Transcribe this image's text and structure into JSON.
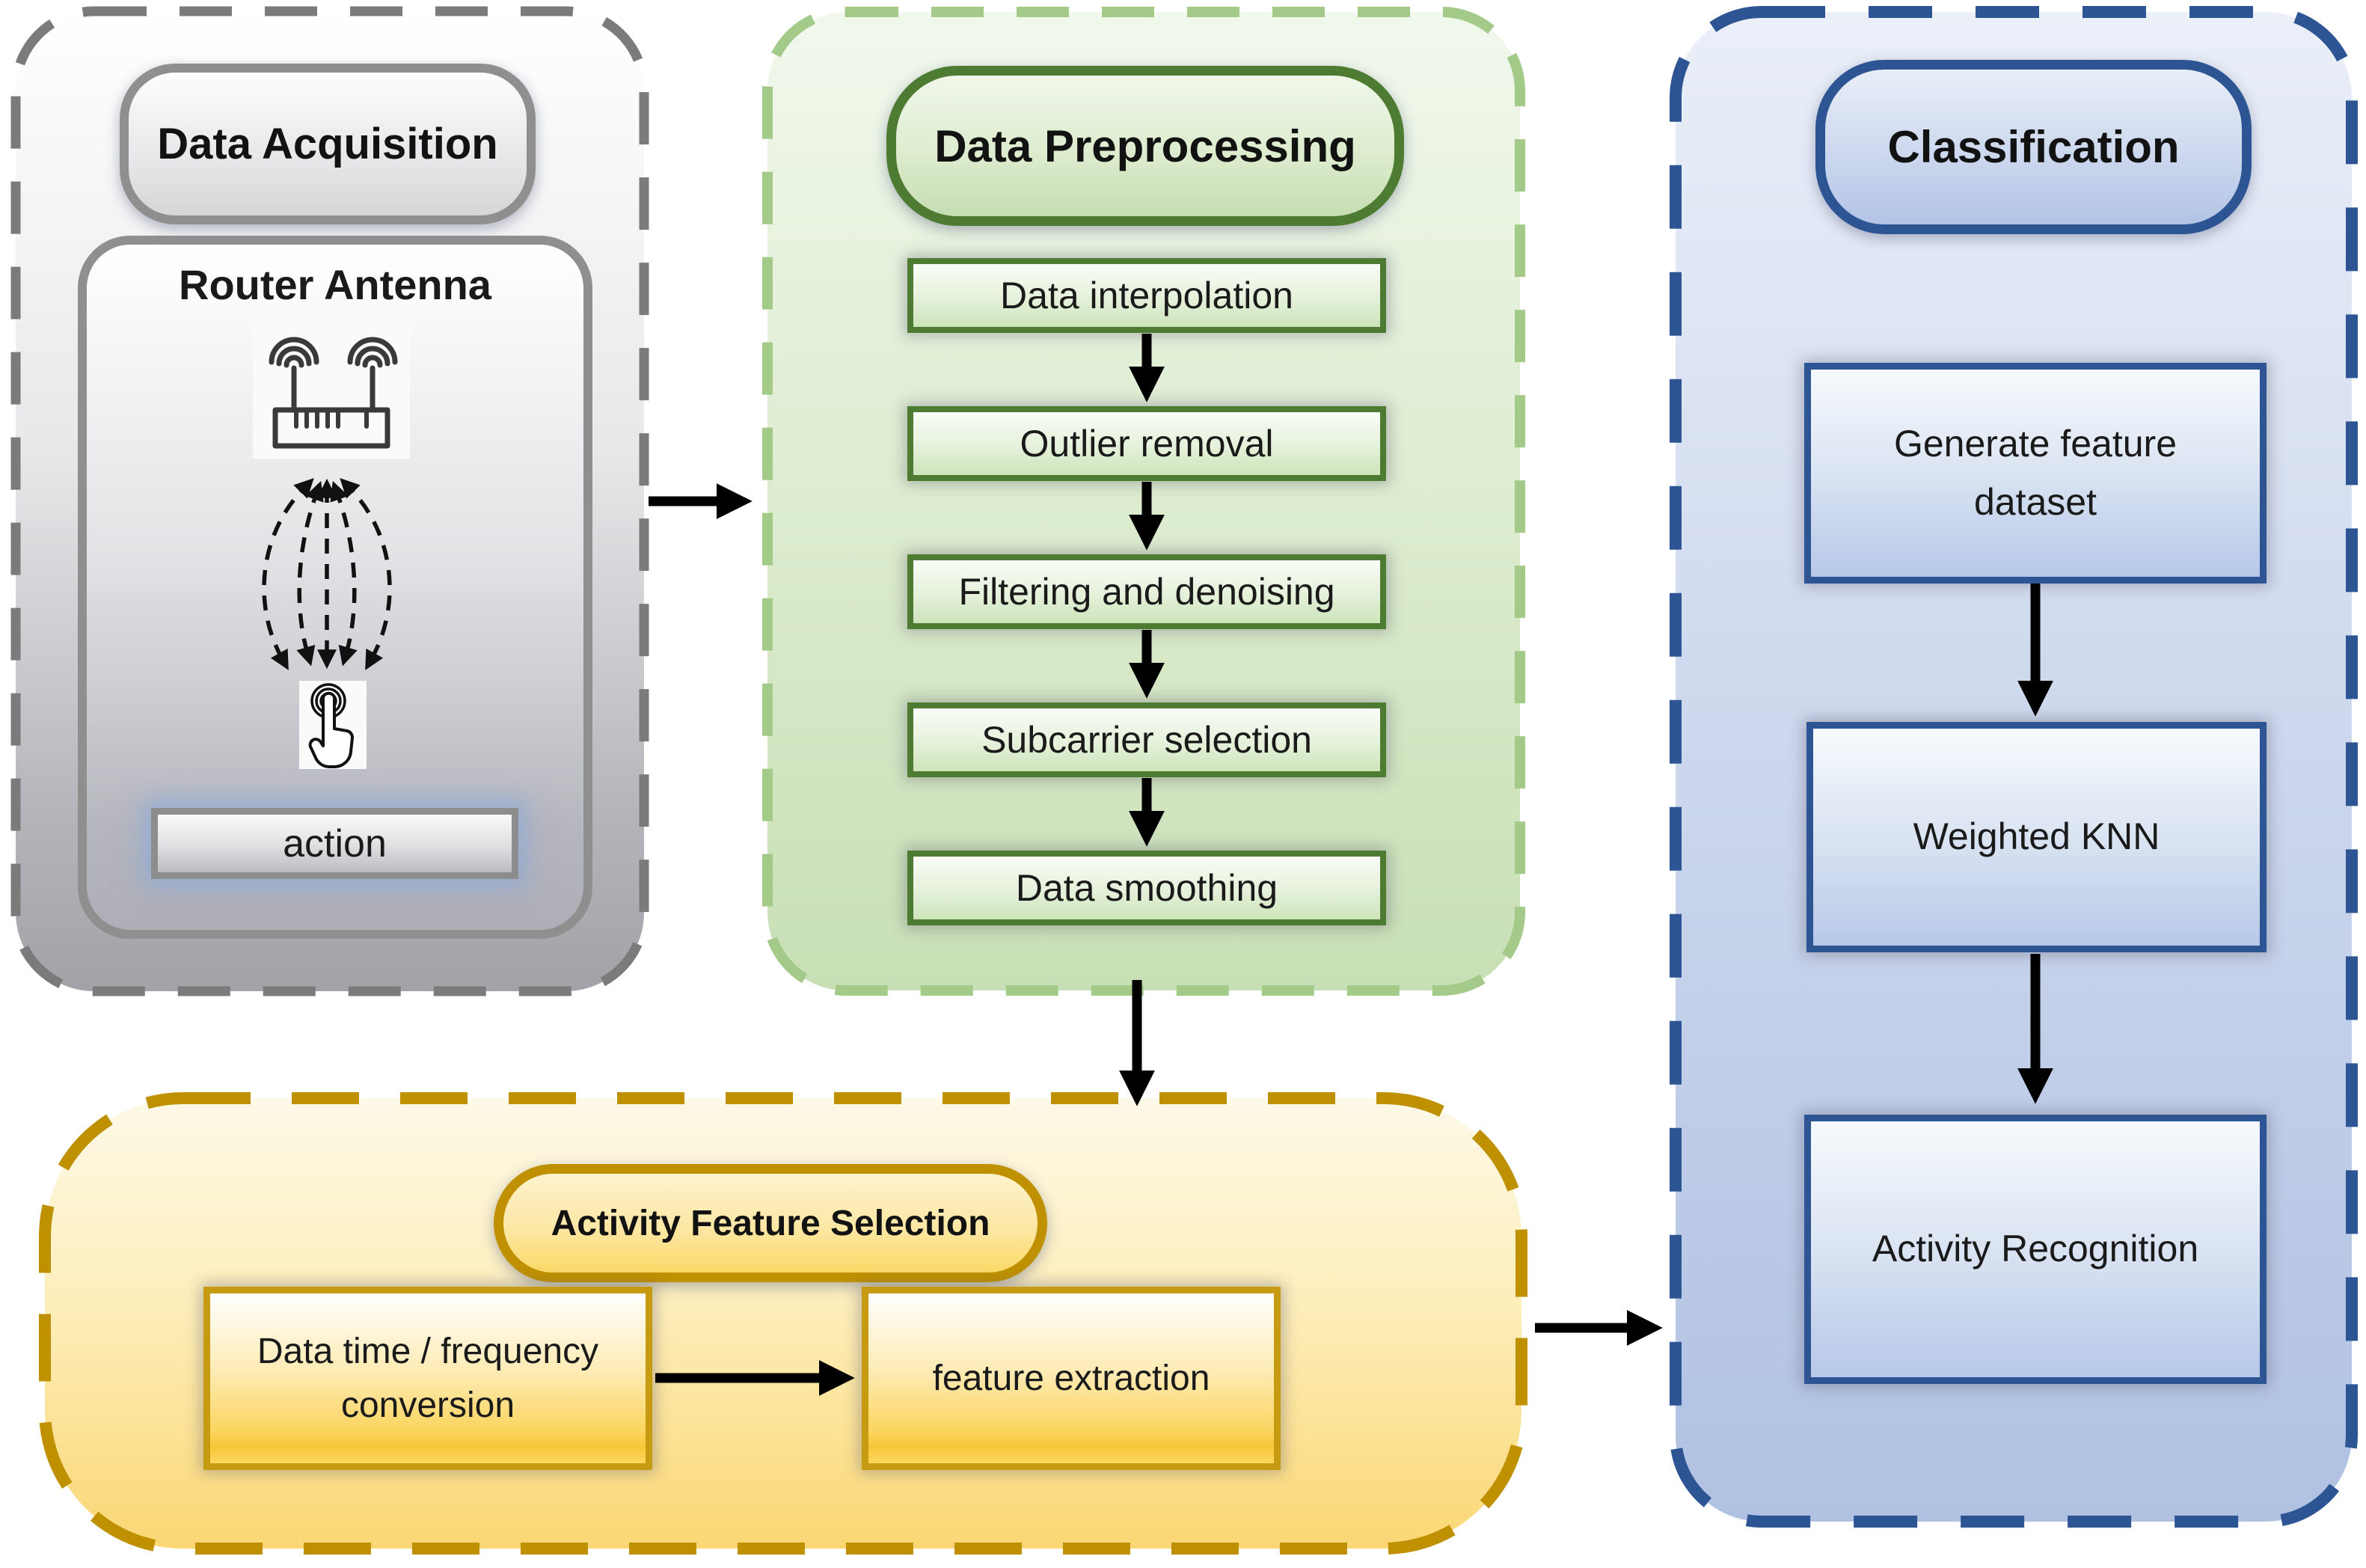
{
  "figure": {
    "type": "flow-diagram",
    "description": "WiFi CSI based activity recognition pipeline"
  },
  "panels": {
    "acquisition": {
      "title": "Data Acquisition",
      "router_label": "Router Antenna",
      "action_label": "action"
    },
    "preprocessing": {
      "title": "Data Preprocessing",
      "steps": [
        "Data interpolation",
        "Outlier removal",
        "Filtering and denoising",
        "Subcarrier selection",
        "Data smoothing"
      ]
    },
    "selection": {
      "title": "Activity Feature Selection",
      "boxes": [
        "Data time / frequency conversion",
        "feature extraction"
      ]
    },
    "classification": {
      "title": "Classification",
      "boxes": [
        "Generate feature dataset",
        "Weighted KNN",
        "Activity Recognition"
      ]
    }
  },
  "icons": {
    "router": "wifi-router-icon",
    "hand": "tap-gesture-icon",
    "signals": "signal-waves-icon"
  },
  "colors": {
    "acquisition_accent": "#7b7b7b",
    "preprocessing_border": "#4d7b31",
    "preprocessing_dash": "#a4ca8a",
    "selection_accent": "#bf9000",
    "classification_accent": "#2d5493",
    "arrow": "#000000"
  }
}
